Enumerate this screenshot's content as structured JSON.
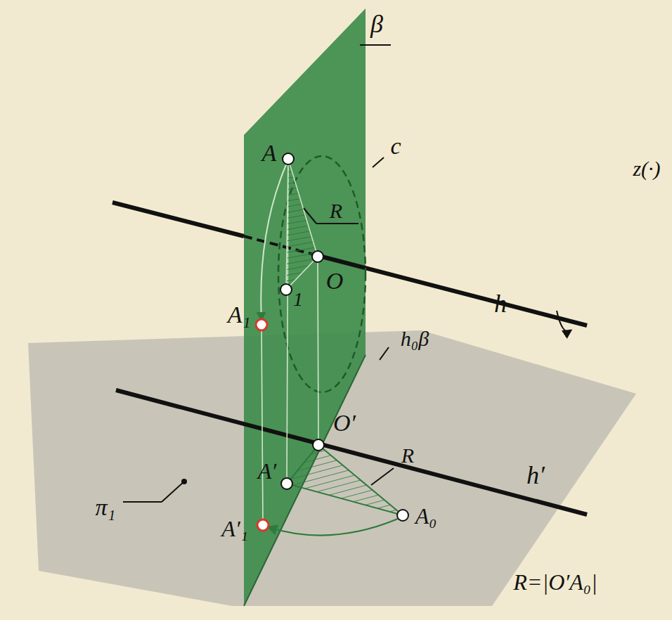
{
  "diagram": {
    "labels": [
      "β",
      "A",
      "c",
      "z(·)",
      "R",
      "O",
      "h",
      "A₁",
      "1",
      "h₀β",
      "O′",
      "R",
      "h′",
      "A′",
      "π₁",
      "A′₁",
      "A₀",
      "R=|O′A₀|"
    ]
  }
}
